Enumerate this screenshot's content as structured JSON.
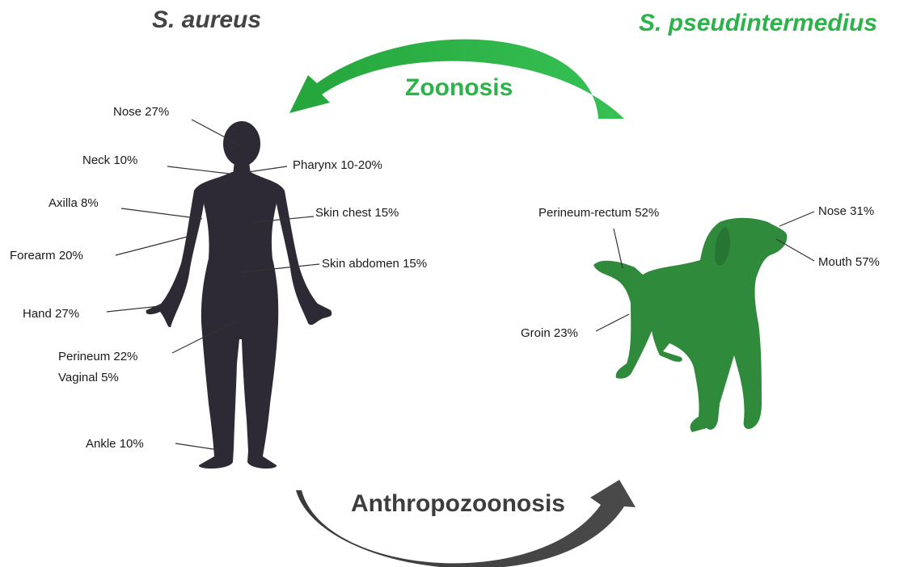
{
  "titles": {
    "human": "S. aureus",
    "dog": "S. pseudintermedius"
  },
  "arrows": {
    "zoonosis": {
      "label": "Zoonosis",
      "direction": "dog-to-human",
      "color": "#2db34a"
    },
    "anthropozoonosis": {
      "label": "Anthropozoonosis",
      "direction": "human-to-dog",
      "color": "#3d3d3d"
    }
  },
  "human_sites": [
    {
      "label": "Nose 27%"
    },
    {
      "label": "Neck 10%"
    },
    {
      "label": "Pharynx 10-20%"
    },
    {
      "label": "Axilla 8%"
    },
    {
      "label": "Skin chest 15%"
    },
    {
      "label": "Forearm 20%"
    },
    {
      "label": "Skin abdomen 15%"
    },
    {
      "label": "Hand 27%"
    },
    {
      "label": "Perineum 22%"
    },
    {
      "label": "Vaginal 5%"
    },
    {
      "label": "Ankle 10%"
    }
  ],
  "dog_sites": [
    {
      "label": "Perineum-rectum 52%"
    },
    {
      "label": "Nose 31%"
    },
    {
      "label": "Mouth 57%"
    },
    {
      "label": "Groin 23%"
    }
  ],
  "colors": {
    "human_silhouette": "#2d2a35",
    "dog_silhouette": "#2f8a3c",
    "leader_line": "#333333"
  }
}
